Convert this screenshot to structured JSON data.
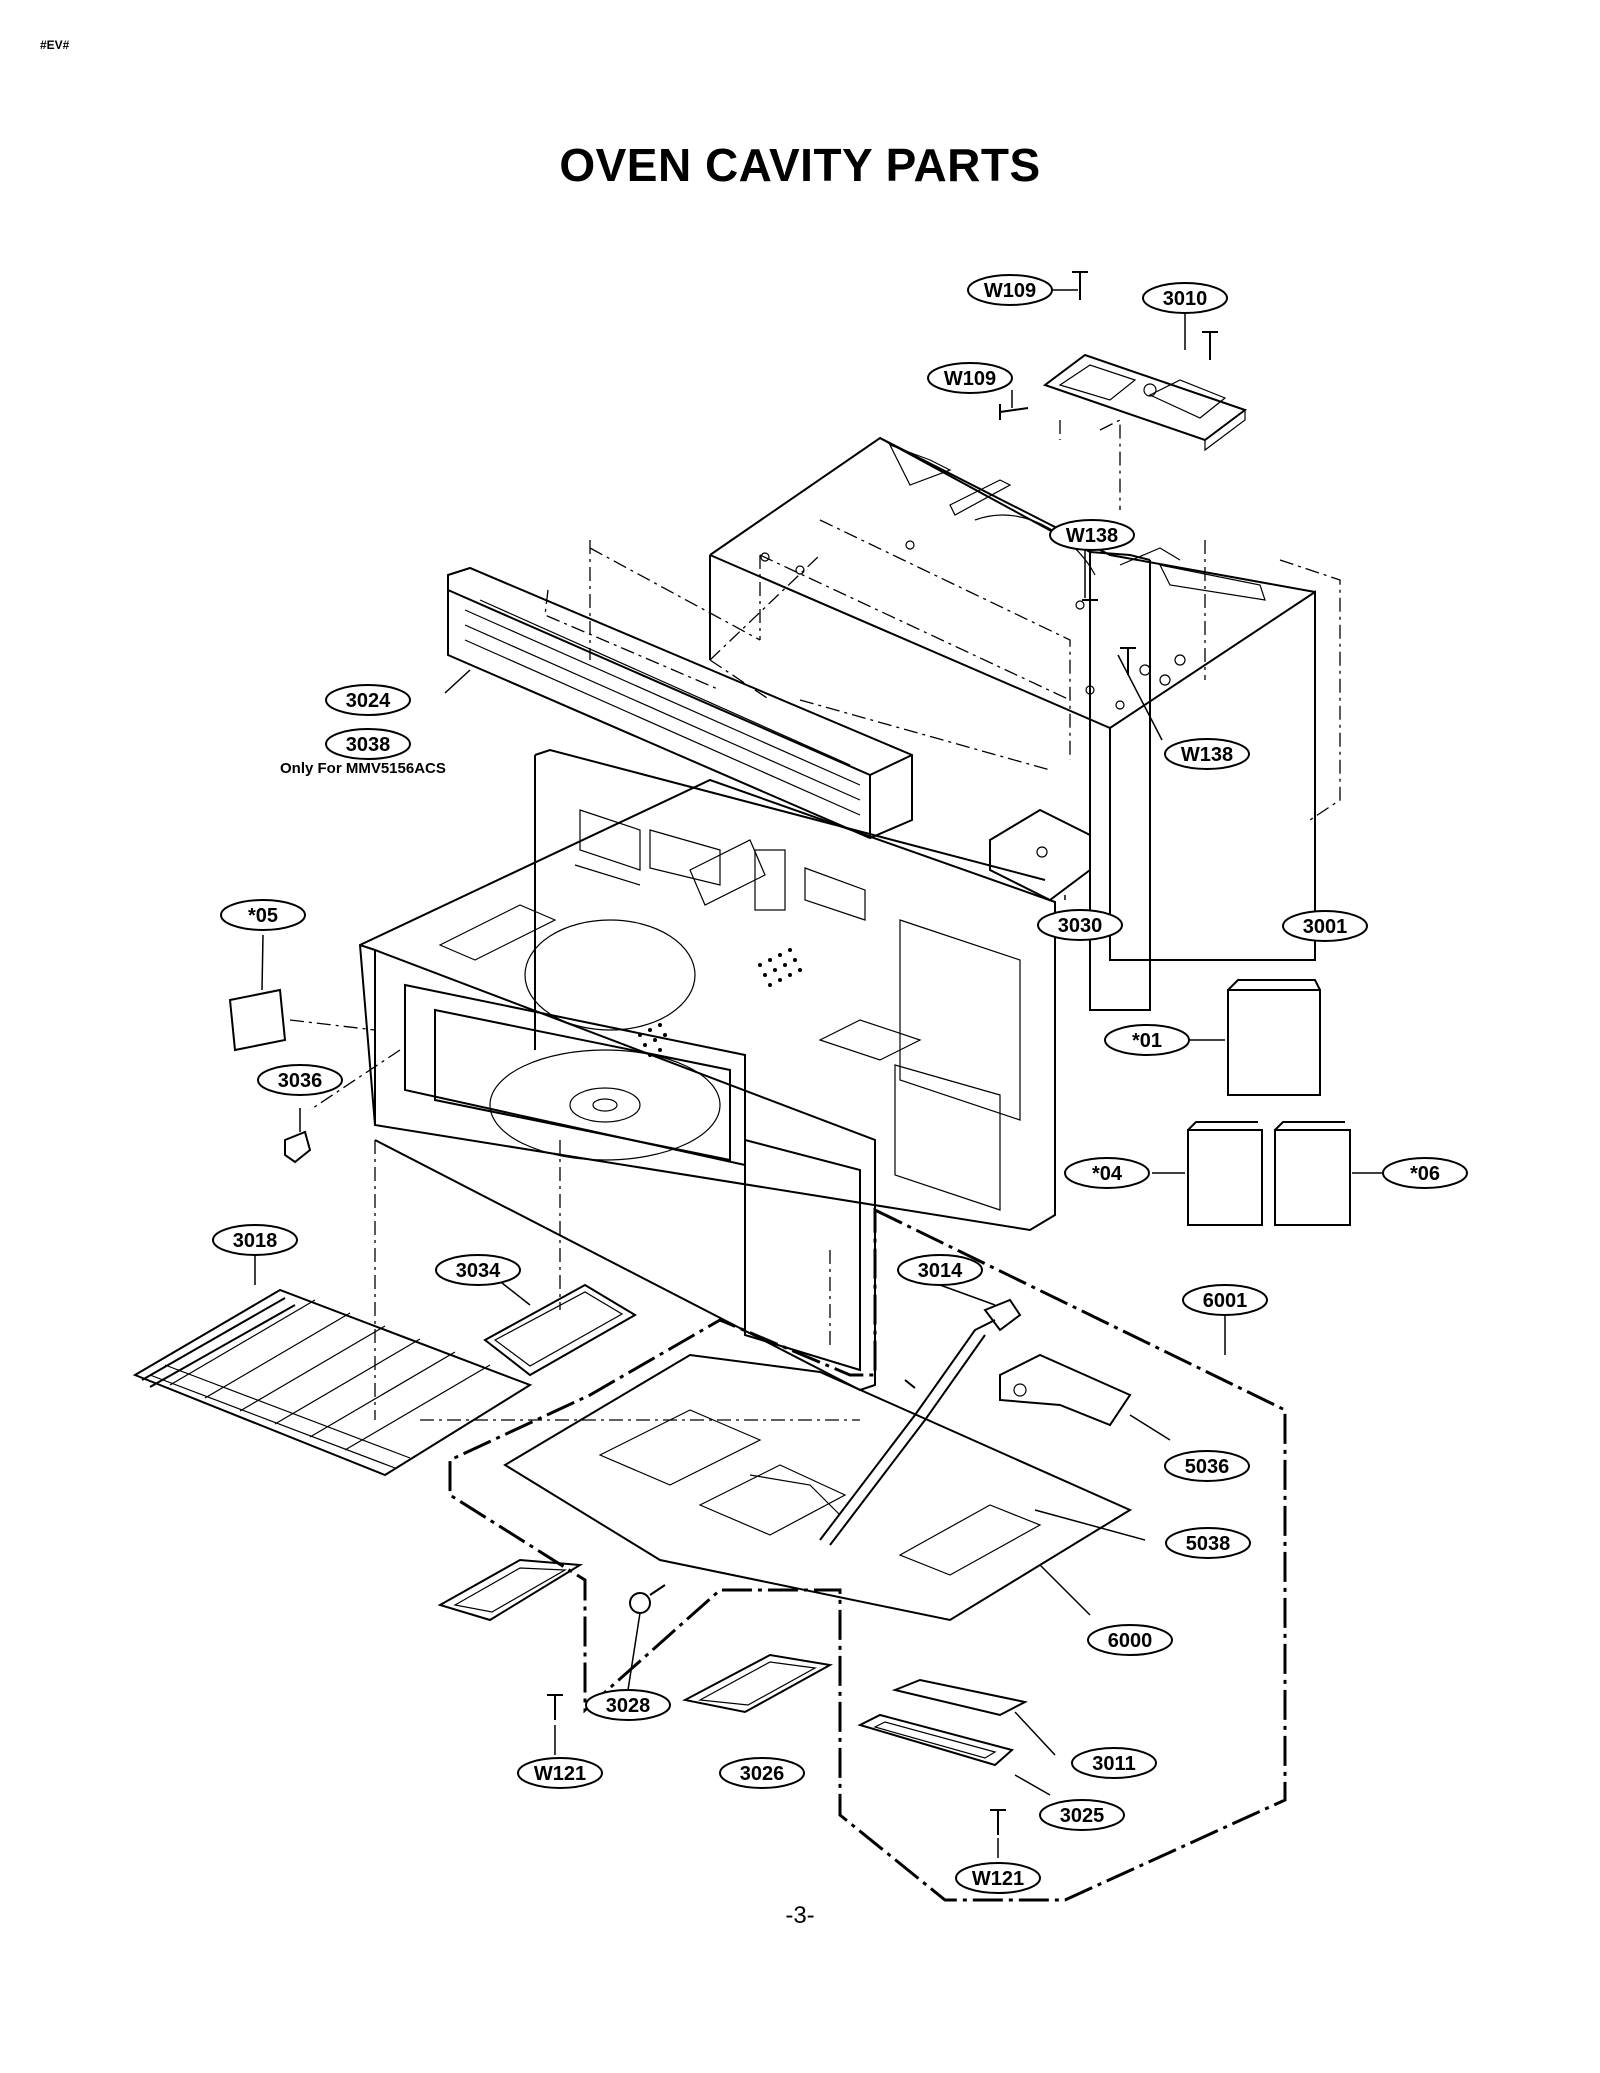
{
  "header": {
    "code": "#EV#"
  },
  "page": {
    "title": "OVEN CAVITY PARTS",
    "note": "Only For MMV5156ACS",
    "page_number": "-3-"
  },
  "labels": {
    "w109_top": "W109",
    "p3010": "3010",
    "w109_mid": "W109",
    "w138_top": "W138",
    "p3024": "3024",
    "p3038": "3038",
    "w138_right": "W138",
    "p3030": "3030",
    "p3001": "3001",
    "p05": "*05",
    "p01": "*01",
    "p3036": "3036",
    "p04": "*04",
    "p06": "*06",
    "p3018": "3018",
    "p3034": "3034",
    "p3014": "3014",
    "p6001": "6001",
    "p5036": "5036",
    "p5038": "5038",
    "p6000": "6000",
    "p3028": "3028",
    "p3011": "3011",
    "w121_left": "W121",
    "p3026": "3026",
    "p3025": "3025",
    "w121_bottom": "W121"
  }
}
